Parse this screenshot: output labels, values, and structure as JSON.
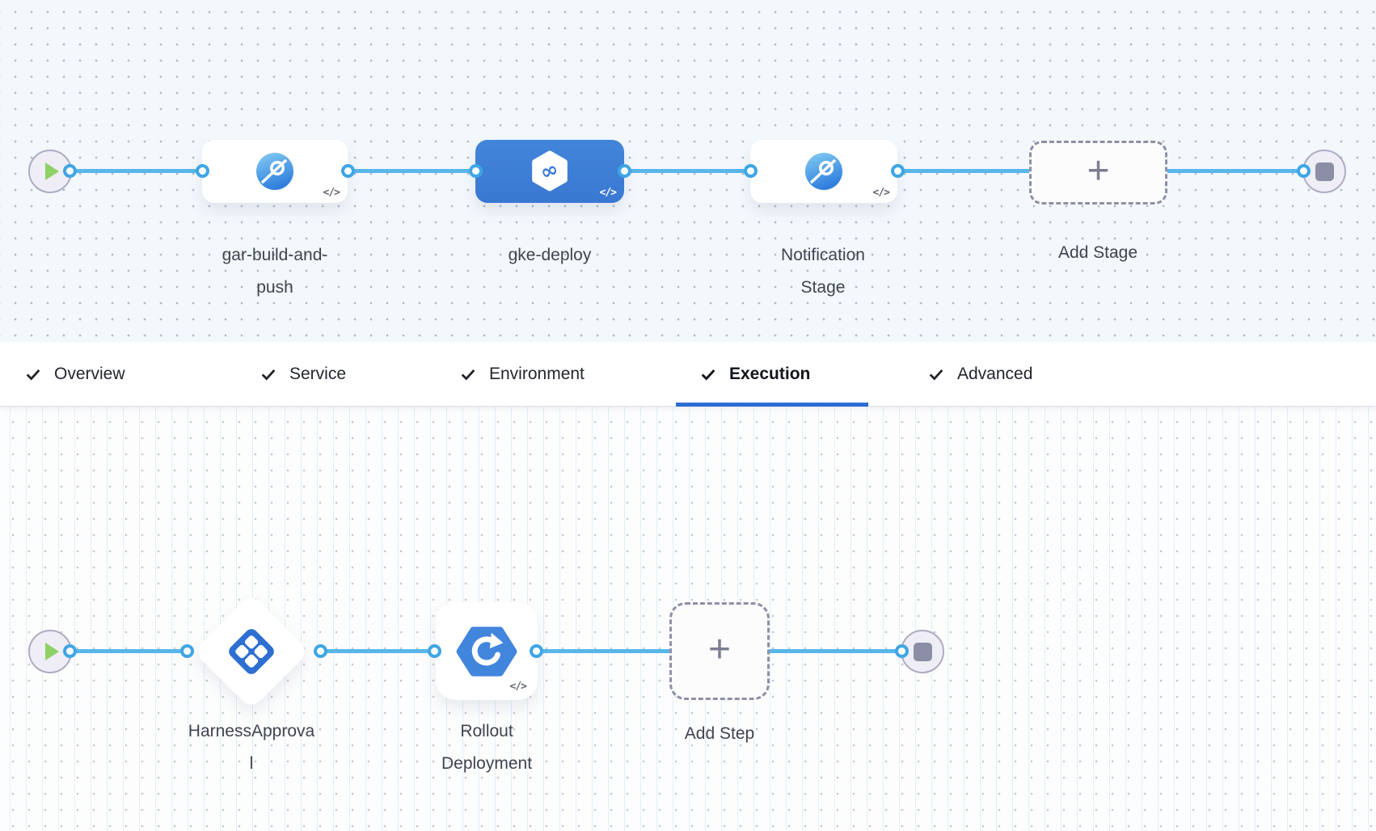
{
  "pipeline": {
    "stages": [
      {
        "label": "gar-build-and-push",
        "selected": false,
        "icon": "custom-stage-icon"
      },
      {
        "label": "gke-deploy",
        "selected": true,
        "icon": "deploy-stage-icon"
      },
      {
        "label": "Notification Stage",
        "selected": false,
        "icon": "custom-stage-icon"
      }
    ],
    "add_stage_label": "Add Stage"
  },
  "tabs": {
    "items": [
      {
        "label": "Overview",
        "checked": true,
        "active": false
      },
      {
        "label": "Service",
        "checked": true,
        "active": false
      },
      {
        "label": "Environment",
        "checked": true,
        "active": false
      },
      {
        "label": "Execution",
        "checked": true,
        "active": true
      },
      {
        "label": "Advanced",
        "checked": true,
        "active": false
      }
    ]
  },
  "execution": {
    "steps": [
      {
        "label": "HarnessApproval",
        "shape": "diamond",
        "icon": "approval-step-icon"
      },
      {
        "label": "Rollout Deployment",
        "shape": "card",
        "icon": "k8s-rollout-icon"
      }
    ],
    "add_step_label": "Add Step"
  },
  "icons": {
    "plus": "+",
    "code_toggle": "</>"
  },
  "colors": {
    "edge_blue": "#58b7ea",
    "selected_stage_blue": "#3d7ed7",
    "active_tab_underline": "#2d6cd2",
    "play_green": "#8ed266",
    "stop_gray": "#8b8ea5"
  }
}
